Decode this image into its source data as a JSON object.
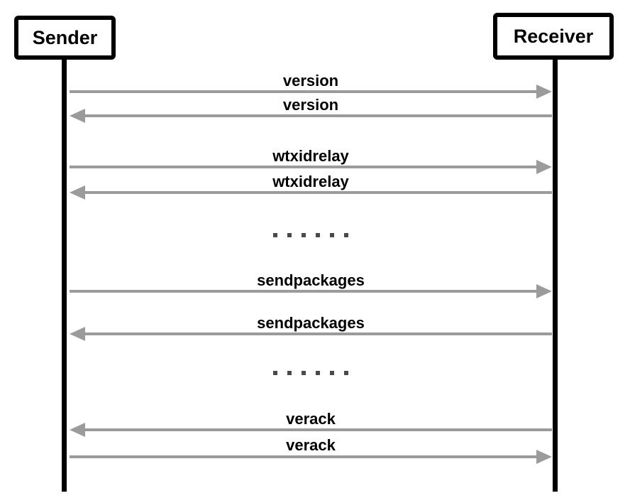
{
  "diagram_type": "sequence-diagram",
  "participants": [
    {
      "name": "Sender"
    },
    {
      "name": "Receiver"
    }
  ],
  "rows": [
    {
      "type": "message",
      "label": "version",
      "direction": "right",
      "from": "Sender",
      "to": "Receiver"
    },
    {
      "type": "message",
      "label": "version",
      "direction": "left",
      "from": "Receiver",
      "to": "Sender"
    },
    {
      "type": "message",
      "label": "wtxidrelay",
      "direction": "right",
      "from": "Sender",
      "to": "Receiver"
    },
    {
      "type": "message",
      "label": "wtxidrelay",
      "direction": "left",
      "from": "Receiver",
      "to": "Sender"
    },
    {
      "type": "ellipsis",
      "label": ". . . . . ."
    },
    {
      "type": "message",
      "label": "sendpackages",
      "direction": "right",
      "from": "Sender",
      "to": "Receiver"
    },
    {
      "type": "message",
      "label": "sendpackages",
      "direction": "left",
      "from": "Receiver",
      "to": "Sender"
    },
    {
      "type": "ellipsis",
      "label": ". . . . . ."
    },
    {
      "type": "message",
      "label": "verack",
      "direction": "left",
      "from": "Receiver",
      "to": "Sender"
    },
    {
      "type": "message",
      "label": "verack",
      "direction": "right",
      "from": "Sender",
      "to": "Receiver"
    }
  ],
  "colors": {
    "arrow": "#9b9b9b",
    "lifeline": "#000000",
    "box_border": "#000000",
    "label_text": "#000000",
    "ellipsis_dots": "#4a4a4a",
    "background": "#ffffff"
  }
}
